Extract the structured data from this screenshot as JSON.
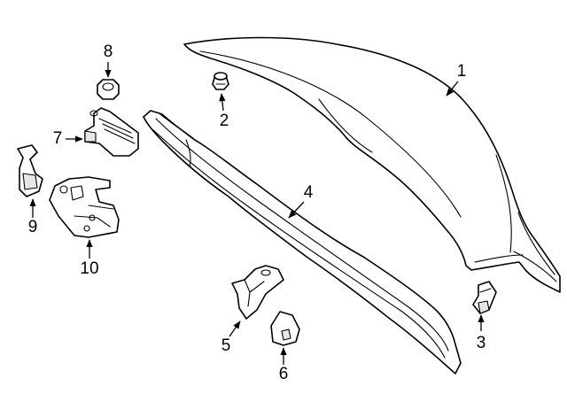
{
  "callouts": [
    {
      "id": "1",
      "label": "1",
      "part": "trunk-lid"
    },
    {
      "id": "2",
      "label": "2",
      "part": "bumper-stop"
    },
    {
      "id": "3",
      "label": "3",
      "part": "lid-bumper"
    },
    {
      "id": "4",
      "label": "4",
      "part": "weatherstrip"
    },
    {
      "id": "5",
      "label": "5",
      "part": "hinge-bracket"
    },
    {
      "id": "6",
      "label": "6",
      "part": "striker-bracket"
    },
    {
      "id": "7",
      "label": "7",
      "part": "lock-actuator"
    },
    {
      "id": "8",
      "label": "8",
      "part": "nut"
    },
    {
      "id": "9",
      "label": "9",
      "part": "release-handle"
    },
    {
      "id": "10",
      "label": "10",
      "part": "latch-assembly"
    }
  ],
  "colors": {
    "line": "#000000",
    "background": "#ffffff",
    "fill": "#ffffff"
  }
}
